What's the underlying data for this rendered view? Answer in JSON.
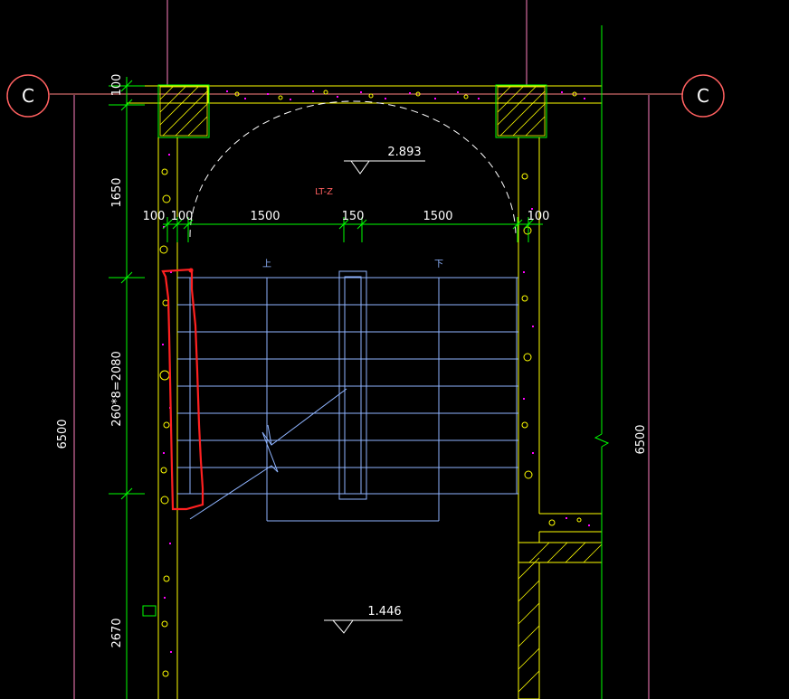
{
  "grid_axes": {
    "left_label": "C",
    "right_label": "C"
  },
  "stair": {
    "label": "LT-Z",
    "up_label": "上",
    "down_label": "下"
  },
  "elevations": {
    "upper": "2.893",
    "lower": "1.446"
  },
  "dims_horizontal": [
    "100",
    "100",
    "1500",
    "150",
    "1500",
    "100"
  ],
  "dims_left": {
    "top": "100",
    "landing": "1650",
    "flight": "260*8=2080",
    "bottom": "2670",
    "total": "6500"
  },
  "dims_right": {
    "total": "6500"
  },
  "colors": {
    "grid_line": "#ff8080",
    "wall_outline": "#ffff00",
    "column_outline": "#00ff00",
    "dim_line": "#00ff00",
    "stair_line": "#8fb4ff",
    "red_markup": "#ff2020",
    "concrete_dots": "#ff00ff",
    "label": "#ff6060",
    "aggregate": "#ffff00"
  }
}
